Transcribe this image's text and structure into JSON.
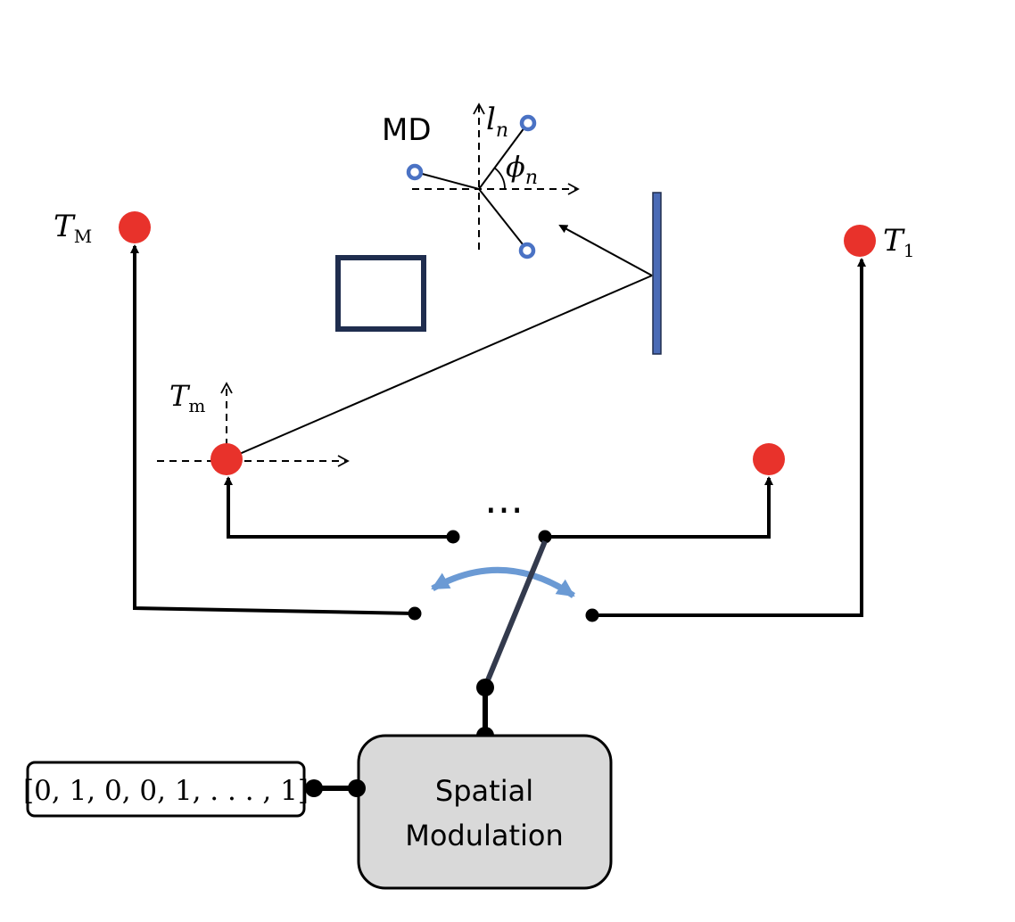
{
  "labels": {
    "md": "MD",
    "l_n": "l",
    "l_n_sub": "n",
    "phi_n": "ϕ",
    "phi_n_sub": "n",
    "t_M": "T",
    "t_M_sub": "M",
    "t_1": "T",
    "t_1_sub": "1",
    "t_m": "T",
    "t_m_sub": "m",
    "ellipsis": "⋯",
    "spatial_line1": "Spatial",
    "spatial_line2": "Modulation",
    "bit_vector": "[0, 1, 0, 0, 1, . . . , 1]"
  },
  "colors": {
    "antenna": "#e8322b",
    "ris": "#4a6bb6",
    "scatterer": "#4a72c4",
    "obstacle": "#1f2d4e",
    "switch_arrow": "#6b9ad4",
    "switch_lever": "#333a4d",
    "module_fill": "#d9d9d9"
  }
}
